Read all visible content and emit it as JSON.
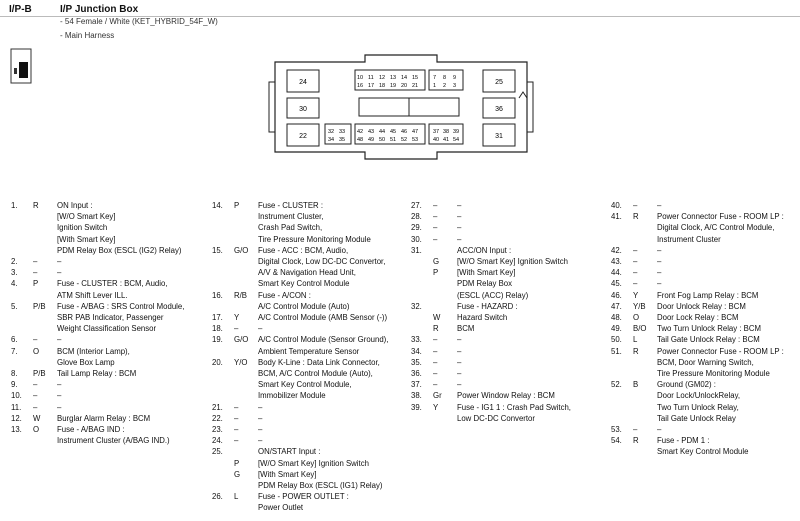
{
  "header": {
    "code": "I/P-B",
    "title": "I/P Junction Box",
    "subtitle_lines": [
      "- 54 Female / White (KET_HYBRID_54F_W)",
      "- Main Harness"
    ]
  },
  "connector_labels": {
    "top_left_box": "24",
    "left_mid_box": "30",
    "bottom_left_box": "22",
    "top_row": [
      "10",
      "11",
      "12",
      "13",
      "14",
      "15"
    ],
    "top_row2": [
      "16",
      "17",
      "18",
      "19",
      "20",
      "21"
    ],
    "top_right_group": [
      "7",
      "8",
      "9"
    ],
    "top_right_group2": [
      "1",
      "2",
      "3"
    ],
    "right_top_box": "25",
    "right_mid_box": "36",
    "right_bottom_box": "31",
    "bottom_row": [
      "42",
      "43",
      "44",
      "45",
      "46",
      "47"
    ],
    "bottom_row2": [
      "48",
      "49",
      "50",
      "51",
      "52",
      "53"
    ],
    "bottom_right_group": [
      "37",
      "38",
      "39"
    ],
    "bottom_right_group2": [
      "40",
      "41",
      "54"
    ],
    "bottom_left_group": [
      "32",
      "33"
    ],
    "bottom_left_group2": [
      "34",
      "35"
    ]
  },
  "columns": [
    [
      {
        "num": "1.",
        "color": "R",
        "lines": [
          "ON Input :",
          "[W/O Smart Key]",
          "Ignition Switch",
          "[With Smart Key]",
          "PDM Relay Box (ESCL (IG2) Relay)"
        ]
      },
      {
        "num": "2.",
        "color": "–",
        "lines": [
          "–"
        ]
      },
      {
        "num": "3.",
        "color": "–",
        "lines": [
          "–"
        ]
      },
      {
        "num": "4.",
        "color": "P",
        "lines": [
          "Fuse - CLUSTER : BCM, Audio,",
          "ATM Shift Lever ILL."
        ]
      },
      {
        "num": "5.",
        "color": "P/B",
        "lines": [
          "Fuse - A/BAG : SRS Control Module,",
          "SBR PAB Indicator, Passenger",
          "Weight Classification Sensor"
        ]
      },
      {
        "num": "6.",
        "color": "–",
        "lines": [
          "–"
        ]
      },
      {
        "num": "7.",
        "color": "O",
        "lines": [
          "BCM (Interior Lamp),",
          "Glove Box Lamp"
        ]
      },
      {
        "num": "8.",
        "color": "P/B",
        "lines": [
          "Tail Lamp Relay : BCM"
        ]
      },
      {
        "num": "9.",
        "color": "–",
        "lines": [
          "–"
        ]
      },
      {
        "num": "10.",
        "color": "–",
        "lines": [
          "–"
        ]
      },
      {
        "num": "11.",
        "color": "–",
        "lines": [
          "–"
        ]
      },
      {
        "num": "12.",
        "color": "W",
        "lines": [
          "Burglar Alarm Relay : BCM"
        ]
      },
      {
        "num": "13.",
        "color": "O",
        "lines": [
          "Fuse - A/BAG IND :",
          "Instrument Cluster (A/BAG IND.)"
        ]
      }
    ],
    [
      {
        "num": "14.",
        "color": "P",
        "lines": [
          "Fuse - CLUSTER :",
          "Instrument Cluster,",
          "Crash Pad Switch,",
          "Tire Pressure Monitoring Module"
        ]
      },
      {
        "num": "15.",
        "color": "G/O",
        "lines": [
          "Fuse - ACC : BCM, Audio,",
          "Digital Clock, Low DC-DC Convertor,",
          "A/V & Navigation Head Unit,",
          "Smart Key Control Module"
        ]
      },
      {
        "num": "16.",
        "color": "R/B",
        "lines": [
          "Fuse - A/CON :",
          "A/C Control Module (Auto)"
        ]
      },
      {
        "num": "17.",
        "color": "Y",
        "lines": [
          "A/C Control Module (AMB Sensor (-))"
        ]
      },
      {
        "num": "18.",
        "color": "–",
        "lines": [
          "–"
        ]
      },
      {
        "num": "19.",
        "color": "G/O",
        "lines": [
          "A/C Control Module (Sensor Ground),",
          "Ambient Temperature Sensor"
        ]
      },
      {
        "num": "20.",
        "color": "Y/O",
        "lines": [
          "Body K-Line : Data Link Connector,",
          "BCM, A/C Control Module (Auto),",
          "Smart Key Control Module,",
          "Immobilizer Module"
        ]
      },
      {
        "num": "21.",
        "color": "–",
        "lines": [
          "–"
        ]
      },
      {
        "num": "22.",
        "color": "–",
        "lines": [
          "–"
        ]
      },
      {
        "num": "23.",
        "color": "–",
        "lines": [
          "–"
        ]
      },
      {
        "num": "24.",
        "color": "–",
        "lines": [
          "–"
        ]
      },
      {
        "num": "25.",
        "color": "",
        "lines": [
          "ON/START Input :"
        ],
        "subs": [
          {
            "color": "P",
            "lines": [
              "[W/O Smart Key] Ignition Switch"
            ]
          },
          {
            "color": "G",
            "lines": [
              "[With Smart Key]",
              "PDM Relay Box (ESCL (IG1) Relay)"
            ]
          }
        ]
      },
      {
        "num": "26.",
        "color": "L",
        "lines": [
          "Fuse - POWER OUTLET :",
          "Power Outlet"
        ]
      }
    ],
    [
      {
        "num": "27.",
        "color": "–",
        "lines": [
          "–"
        ]
      },
      {
        "num": "28.",
        "color": "–",
        "lines": [
          "–"
        ]
      },
      {
        "num": "29.",
        "color": "–",
        "lines": [
          "–"
        ]
      },
      {
        "num": "30.",
        "color": "–",
        "lines": [
          "–"
        ]
      },
      {
        "num": "31.",
        "color": "",
        "lines": [
          "ACC/ON Input :"
        ],
        "subs": [
          {
            "color": "G",
            "lines": [
              "[W/O Smart Key] Ignition Switch"
            ]
          },
          {
            "color": "P",
            "lines": [
              "[With Smart Key]",
              "PDM Relay Box",
              "(ESCL (ACC) Relay)"
            ]
          }
        ]
      },
      {
        "num": "32.",
        "color": "",
        "lines": [
          "Fuse - HAZARD :"
        ],
        "subs": [
          {
            "color": "W",
            "lines": [
              "Hazard Switch"
            ]
          },
          {
            "color": "R",
            "lines": [
              "BCM"
            ]
          }
        ]
      },
      {
        "num": "33.",
        "color": "–",
        "lines": [
          "–"
        ]
      },
      {
        "num": "34.",
        "color": "–",
        "lines": [
          "–"
        ]
      },
      {
        "num": "35.",
        "color": "–",
        "lines": [
          "–"
        ]
      },
      {
        "num": "36.",
        "color": "–",
        "lines": [
          "–"
        ]
      },
      {
        "num": "37.",
        "color": "–",
        "lines": [
          "–"
        ]
      },
      {
        "num": "38.",
        "color": "Gr",
        "lines": [
          "Power Window Relay : BCM"
        ]
      },
      {
        "num": "39.",
        "color": "Y",
        "lines": [
          "Fuse - IG1 1 : Crash Pad Switch,",
          "Low DC-DC Convertor"
        ]
      }
    ],
    [
      {
        "num": "40.",
        "color": "–",
        "lines": [
          "–"
        ]
      },
      {
        "num": "41.",
        "color": "R",
        "lines": [
          "Power Connector Fuse - ROOM LP :",
          "Digital Clock, A/C Control Module,",
          "Instrument Cluster"
        ]
      },
      {
        "num": "42.",
        "color": "–",
        "lines": [
          "–"
        ]
      },
      {
        "num": "43.",
        "color": "–",
        "lines": [
          "–"
        ]
      },
      {
        "num": "44.",
        "color": "–",
        "lines": [
          "–"
        ]
      },
      {
        "num": "45.",
        "color": "–",
        "lines": [
          "–"
        ]
      },
      {
        "num": "46.",
        "color": "Y",
        "lines": [
          "Front Fog Lamp Relay : BCM"
        ]
      },
      {
        "num": "47.",
        "color": "Y/B",
        "lines": [
          "Door Unlock Relay : BCM"
        ]
      },
      {
        "num": "48.",
        "color": "O",
        "lines": [
          "Door Lock Relay : BCM"
        ]
      },
      {
        "num": "49.",
        "color": "B/O",
        "lines": [
          "Two Turn Unlock Relay : BCM"
        ]
      },
      {
        "num": "50.",
        "color": "L",
        "lines": [
          "Tail Gate Unlock Relay : BCM"
        ]
      },
      {
        "num": "51.",
        "color": "R",
        "lines": [
          "Power Connector Fuse - ROOM LP :",
          "BCM, Door Warning Switch,",
          "Tire Pressure Monitoring Module"
        ]
      },
      {
        "num": "52.",
        "color": "B",
        "lines": [
          "Ground (GM02) :",
          "Door Lock/UnlockRelay,",
          "Two Turn Unlock Relay,",
          "Tail Gate Unlock Relay"
        ]
      },
      {
        "num": "53.",
        "color": "–",
        "lines": [
          "–"
        ]
      },
      {
        "num": "54.",
        "color": "R",
        "lines": [
          "Fuse - PDM 1 :",
          "Smart Key Control Module"
        ]
      }
    ]
  ]
}
